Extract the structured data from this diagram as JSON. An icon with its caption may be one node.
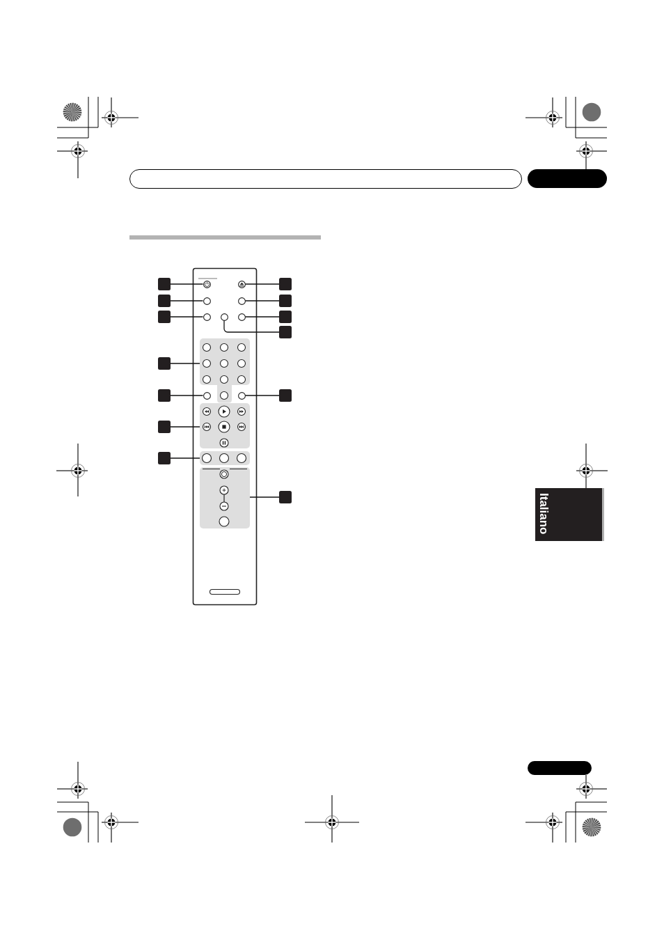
{
  "diagram": {
    "nodes": [
      {
        "text": [],
        "shape": "box"
      },
      {
        "text": [],
        "shape": "box"
      },
      {
        "text": [],
        "shape": "box"
      },
      {
        "text": [],
        "shape": "box"
      },
      {
        "text": [],
        "shape": "box"
      },
      {
        "text": [],
        "shape": "box"
      },
      {
        "text": [],
        "shape": "box"
      },
      {
        "text": [],
        "shape": "box"
      },
      {
        "text": [],
        "shape": "box"
      },
      {
        "text": [],
        "shape": "box"
      },
      {
        "text": [],
        "shape": "box"
      },
      {
        "text": [],
        "shape": "box"
      },
      {
        "text": [],
        "shape": "box"
      },
      {
        "text": [],
        "shape": "box"
      },
      {
        "text": [],
        "shape": "circle"
      },
      {
        "text": [],
        "shape": "circle"
      },
      {
        "text": [],
        "shape": "circle"
      },
      {
        "text": [],
        "shape": "circle"
      },
      {
        "text": [],
        "shape": "circle"
      },
      {
        "text": [],
        "shape": "circle"
      },
      {
        "text": [],
        "shape": "circle"
      },
      {
        "text": [],
        "shape": "box"
      },
      {
        "text": [],
        "shape": "circle"
      },
      {
        "text": [],
        "shape": "circle"
      },
      {
        "text": [],
        "shape": "box"
      },
      {
        "text": [],
        "shape": "box"
      },
      {
        "text": [],
        "shape": "box"
      },
      {
        "text": [
          "Italiano"
        ]
      },
      {
        "text": [],
        "shape": "box"
      }
    ],
    "edges": [
      {
        "from": 1,
        "to": 14,
        "arrow": "none"
      },
      {
        "from": 2,
        "to": 15,
        "arrow": "none"
      },
      {
        "from": 3,
        "to": 16,
        "arrow": "none"
      },
      {
        "from": 4,
        "to": 17,
        "arrow": "none"
      },
      {
        "from": 5,
        "to": 18,
        "arrow": "none"
      },
      {
        "from": 6,
        "to": 20,
        "arrow": "none"
      },
      {
        "from": 7,
        "to": 19,
        "arrow": "none"
      },
      {
        "from": 8,
        "to": 21,
        "arrow": "none"
      },
      {
        "from": 9,
        "to": 22,
        "arrow": "none"
      },
      {
        "from": 10,
        "to": 23,
        "arrow": "none"
      },
      {
        "from": 11,
        "to": 24,
        "arrow": "none"
      },
      {
        "from": 12,
        "to": 25,
        "arrow": "none"
      },
      {
        "from": 13,
        "to": 26,
        "arrow": "none"
      }
    ]
  }
}
